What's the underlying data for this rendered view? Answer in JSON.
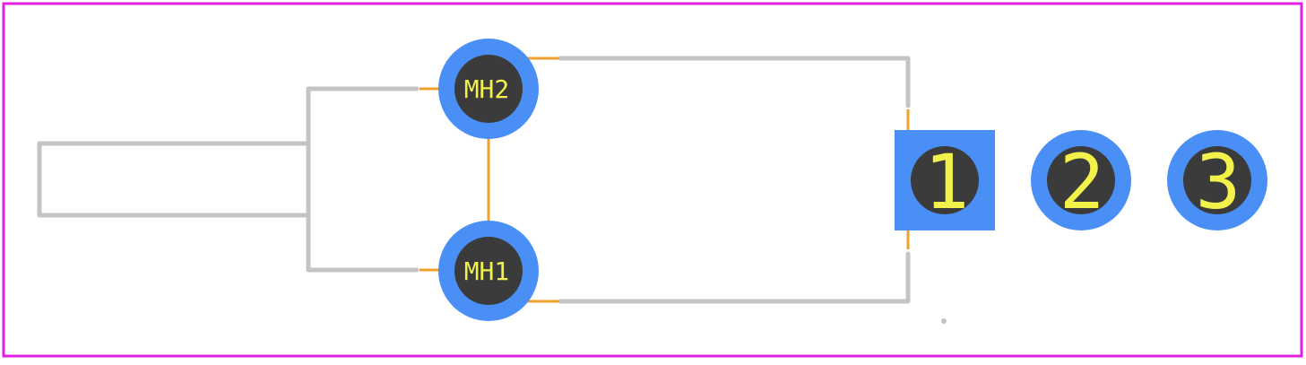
{
  "colors": {
    "background": "#ffffff",
    "board_outline": "#e020e0",
    "silkscreen": "#c4c4c4",
    "copper_pad": "#4a8ff5",
    "drill_hole": "#3b3b3b",
    "trace": "#f0a030",
    "label_text": "#f2f24a"
  },
  "mounting_holes": [
    {
      "id": "MH2",
      "label": "MH2"
    },
    {
      "id": "MH1",
      "label": "MH1"
    }
  ],
  "pins": [
    {
      "number": "1",
      "shape": "square"
    },
    {
      "number": "2",
      "shape": "round"
    },
    {
      "number": "3",
      "shape": "round"
    }
  ]
}
